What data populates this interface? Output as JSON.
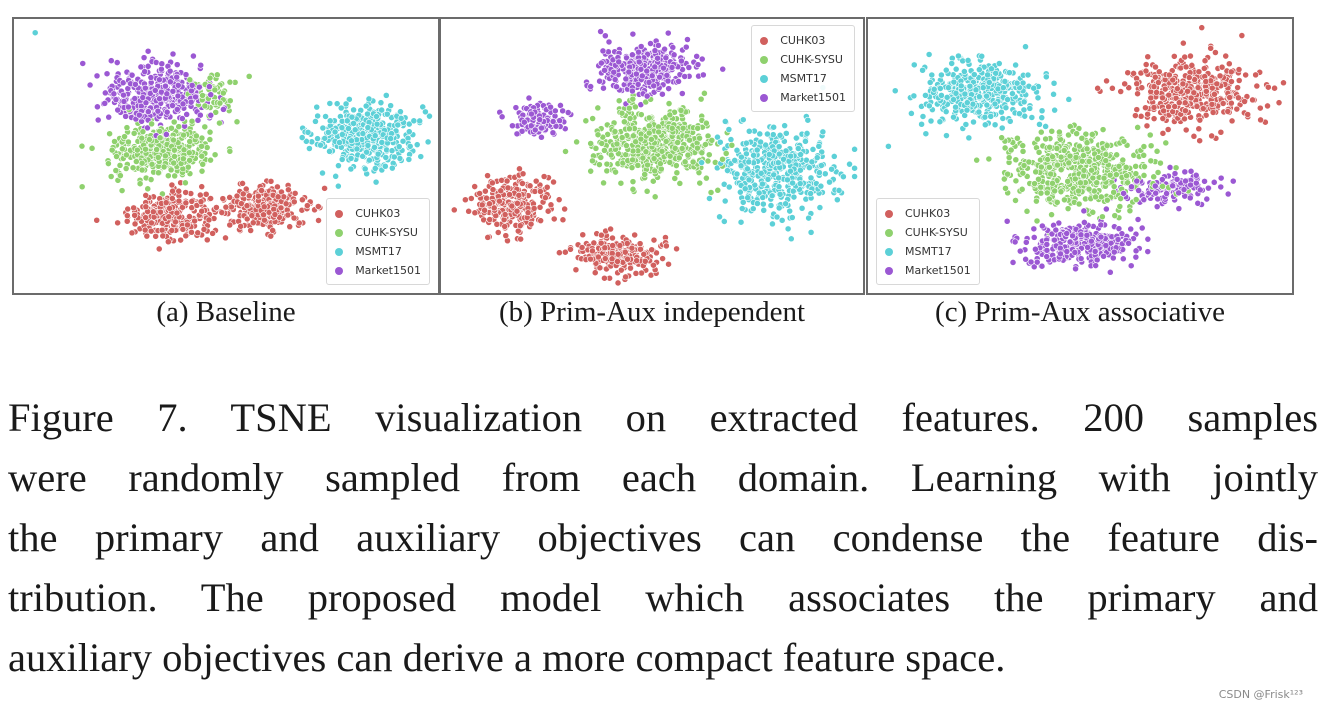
{
  "colors": {
    "CUHK03": "#d1605e",
    "CUHK-SYSU": "#8fd16e",
    "MSMT17": "#5cd0d7",
    "Market1501": "#9b58d3",
    "frame": "#6b6b6b"
  },
  "chart_data": [
    {
      "type": "scatter",
      "title": "(a) Baseline",
      "axes_visible": false,
      "grid": false,
      "legend_position": "bottom-right",
      "legend": [
        "CUHK03",
        "CUHK-SYSU",
        "MSMT17",
        "Market1501"
      ],
      "series": [
        {
          "name": "CUHK03",
          "color": "#d1605e",
          "clusters": [
            {
              "cx": 0.37,
              "cy": 0.72,
              "sx": 0.1,
              "sy": 0.08,
              "n": 280
            },
            {
              "cx": 0.59,
              "cy": 0.69,
              "sx": 0.095,
              "sy": 0.08,
              "n": 280
            }
          ]
        },
        {
          "name": "CUHK-SYSU",
          "color": "#8fd16e",
          "clusters": [
            {
              "cx": 0.35,
              "cy": 0.48,
              "sx": 0.12,
              "sy": 0.1,
              "n": 380
            },
            {
              "cx": 0.47,
              "cy": 0.27,
              "sx": 0.05,
              "sy": 0.07,
              "n": 60
            }
          ]
        },
        {
          "name": "MSMT17",
          "color": "#5cd0d7",
          "clusters": [
            {
              "cx": 0.83,
              "cy": 0.43,
              "sx": 0.12,
              "sy": 0.11,
              "n": 420
            }
          ]
        },
        {
          "name": "Market1501",
          "color": "#9b58d3",
          "clusters": [
            {
              "cx": 0.34,
              "cy": 0.28,
              "sx": 0.12,
              "sy": 0.1,
              "n": 420
            }
          ]
        }
      ],
      "outliers": [
        {
          "x": 0.05,
          "y": 0.05,
          "series": "MSMT17"
        }
      ]
    },
    {
      "type": "scatter",
      "title": "(b) Prim-Aux independent",
      "axes_visible": false,
      "grid": false,
      "legend_position": "top-right",
      "legend": [
        "CUHK03",
        "CUHK-SYSU",
        "MSMT17",
        "Market1501"
      ],
      "series": [
        {
          "name": "CUHK03",
          "color": "#d1605e",
          "clusters": [
            {
              "cx": 0.17,
              "cy": 0.68,
              "sx": 0.09,
              "sy": 0.1,
              "n": 260
            },
            {
              "cx": 0.42,
              "cy": 0.86,
              "sx": 0.1,
              "sy": 0.07,
              "n": 240
            }
          ]
        },
        {
          "name": "CUHK-SYSU",
          "color": "#8fd16e",
          "clusters": [
            {
              "cx": 0.5,
              "cy": 0.46,
              "sx": 0.14,
              "sy": 0.13,
              "n": 480
            }
          ]
        },
        {
          "name": "MSMT17",
          "color": "#5cd0d7",
          "clusters": [
            {
              "cx": 0.79,
              "cy": 0.55,
              "sx": 0.13,
              "sy": 0.16,
              "n": 440
            }
          ]
        },
        {
          "name": "Market1501",
          "color": "#9b58d3",
          "clusters": [
            {
              "cx": 0.48,
              "cy": 0.18,
              "sx": 0.12,
              "sy": 0.09,
              "n": 320
            },
            {
              "cx": 0.23,
              "cy": 0.37,
              "sx": 0.07,
              "sy": 0.06,
              "n": 120
            }
          ]
        }
      ]
    },
    {
      "type": "scatter",
      "title": "(c) Prim-Aux associative",
      "axes_visible": false,
      "grid": false,
      "legend_position": "bottom-left",
      "legend": [
        "CUHK03",
        "CUHK-SYSU",
        "MSMT17",
        "Market1501"
      ],
      "series": [
        {
          "name": "CUHK03",
          "color": "#d1605e",
          "clusters": [
            {
              "cx": 0.76,
              "cy": 0.27,
              "sx": 0.14,
              "sy": 0.12,
              "n": 420
            }
          ]
        },
        {
          "name": "CUHK-SYSU",
          "color": "#8fd16e",
          "clusters": [
            {
              "cx": 0.5,
              "cy": 0.55,
              "sx": 0.17,
              "sy": 0.14,
              "n": 520
            }
          ]
        },
        {
          "name": "MSMT17",
          "color": "#5cd0d7",
          "clusters": [
            {
              "cx": 0.25,
              "cy": 0.27,
              "sx": 0.14,
              "sy": 0.12,
              "n": 400
            }
          ]
        },
        {
          "name": "Market1501",
          "color": "#9b58d3",
          "clusters": [
            {
              "cx": 0.5,
              "cy": 0.82,
              "sx": 0.13,
              "sy": 0.07,
              "n": 330
            },
            {
              "cx": 0.71,
              "cy": 0.62,
              "sx": 0.1,
              "sy": 0.06,
              "n": 140
            }
          ]
        }
      ]
    }
  ],
  "legend_labels": [
    "CUHK03",
    "CUHK-SYSU",
    "MSMT17",
    "Market1501"
  ],
  "subcaptions": [
    "(a) Baseline",
    "(b) Prim-Aux independent",
    "(c) Prim-Aux associative"
  ],
  "caption": {
    "lines": [
      "Figure 7. TSNE visualization on extracted features. 200 samples",
      "were randomly sampled from each domain. Learning with jointly",
      "the primary and auxiliary objectives can condense the feature dis-",
      "tribution. The proposed model which associates the primary and",
      "auxiliary objectives can derive a more compact feature space."
    ]
  },
  "watermark": "CSDN @Frisk¹²³"
}
